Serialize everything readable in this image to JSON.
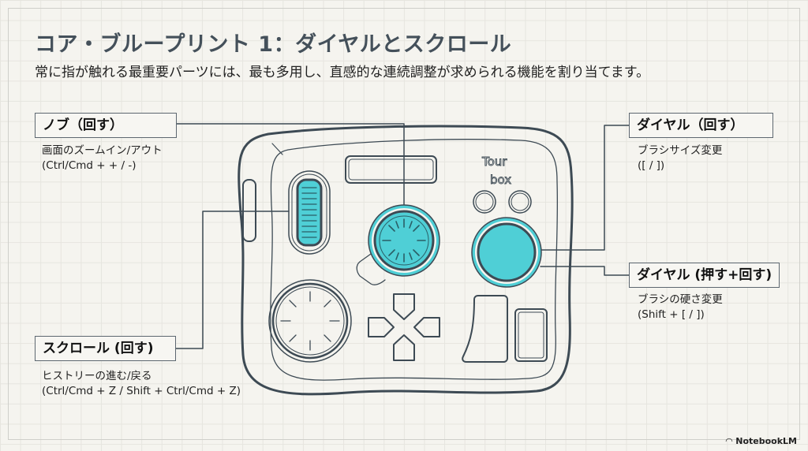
{
  "title": "コア・ブループリント 1：ダイヤルとスクロール",
  "subtitle": "常に指が触れる最重要パーツには、最も多用し、直感的な連続調整が求められる機能を割り当てます。",
  "callouts": {
    "knob": {
      "label": "ノブ（回す）",
      "desc1": "画面のズームイン/アウト",
      "desc2": "(Ctrl/Cmd + + / -)"
    },
    "scroll": {
      "label": "スクロール (回す)",
      "desc1": "ヒストリーの進む/戻る",
      "desc2": "(Ctrl/Cmd + Z / Shift + Ctrl/Cmd + Z)"
    },
    "dial_rotate": {
      "label": "ダイヤル（回す）",
      "desc1": "ブラシサイズ変更",
      "desc2": "([ / ])"
    },
    "dial_press": {
      "label": "ダイヤル (押す+回す)",
      "desc1": "ブラシの硬さ変更",
      "desc2": "(Shift + [ / ])"
    }
  },
  "device": {
    "logo_line1": "Tour",
    "logo_line2": "box"
  },
  "footer": {
    "brand": "NotebookLM"
  },
  "colors": {
    "accent": "#4fcfd6",
    "line": "#3d4a54",
    "title": "#44505a"
  }
}
